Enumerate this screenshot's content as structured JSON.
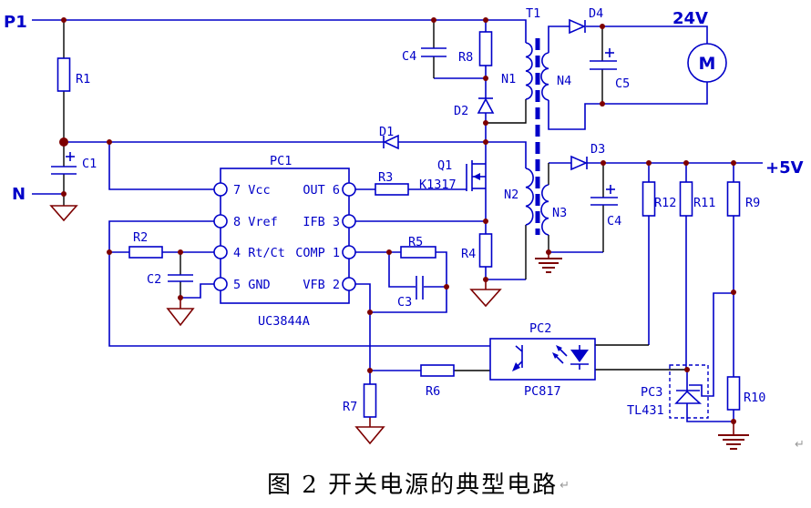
{
  "colors": {
    "wire_blue": "#0000C8",
    "black_wire": "#000000",
    "junction_and_ground_maroon": "#7D0000",
    "background": "#FFFFFF",
    "caption_black": "#000000",
    "format_mark_gray": "#999999"
  },
  "caption": {
    "text": "图 2 开关电源的典型电路",
    "return_mark": "↵"
  },
  "stray_return_mark": "↵",
  "terminals": {
    "p1": "P1",
    "n": "N",
    "v24": "24V",
    "v5": "+5V"
  },
  "transformer": {
    "label": "T1",
    "n1": "N1",
    "n2": "N2",
    "n3": "N3",
    "n4": "N4"
  },
  "components": {
    "r1": "R1",
    "r2": "R2",
    "r3": "R3",
    "r4": "R4",
    "r5": "R5",
    "r6": "R6",
    "r7": "R7",
    "r8": "R8",
    "r9": "R9",
    "r10": "R10",
    "r11": "R11",
    "r12": "R12",
    "c1": "C1",
    "c2": "C2",
    "c3": "C3",
    "c4_snubber": "C4",
    "c4_output": "C4",
    "c5": "C5",
    "d1": "D1",
    "d2": "D2",
    "d3": "D3",
    "d4": "D4",
    "q1": "Q1",
    "q1_part": "K1317",
    "motor": "M"
  },
  "pc1": {
    "label": "PC1",
    "part": "UC3844A",
    "left_pins": [
      "7 Vcc",
      "8 Vref",
      "4 Rt/Ct",
      "5 GND"
    ],
    "right_pins": [
      "OUT 6",
      "IFB 3",
      "COMP 1",
      "VFB 2"
    ]
  },
  "pc2": {
    "label": "PC2",
    "part": "PC817"
  },
  "pc3": {
    "label": "PC3",
    "part": "TL431"
  }
}
